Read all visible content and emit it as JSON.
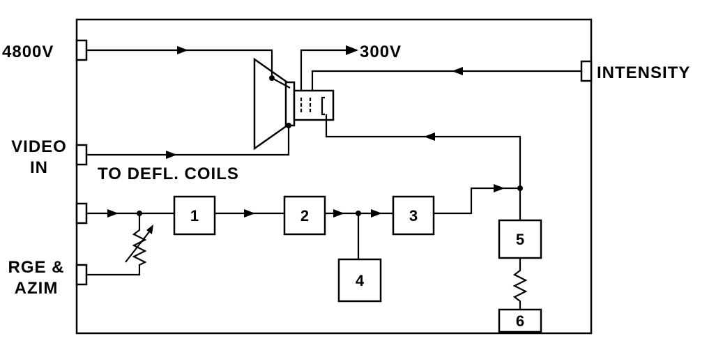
{
  "labels": {
    "v4800": "4800V",
    "v300": "300V",
    "intensity": "INTENSITY",
    "video_line1": "VIDEO",
    "video_line2": "IN",
    "defl": "TO DEFL. COILS",
    "rge_line1": "RGE &",
    "rge_line2": "AZIM"
  },
  "blocks": [
    "1",
    "2",
    "3",
    "4",
    "5",
    "6"
  ]
}
